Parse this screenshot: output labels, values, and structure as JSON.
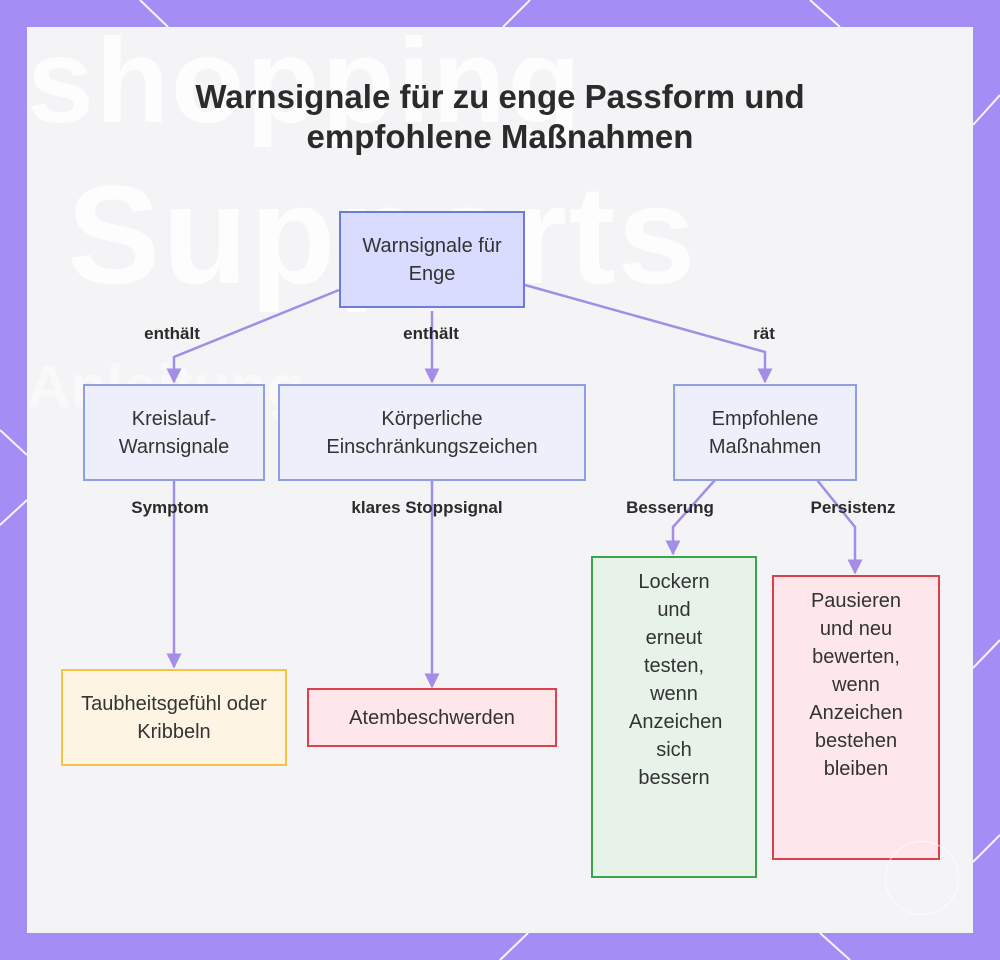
{
  "title": [
    "Warnsignale für zu enge Passform und",
    "empfohlene Maßnahmen"
  ],
  "watermark": [
    "shopping",
    "Supports",
    "Anleitung"
  ],
  "nodes": {
    "root": "Warnsignale für Enge",
    "circulation": "Kreislauf-Warnsignale",
    "physical": "Körperliche Einschränkungszeichen",
    "measures": "Empfohlene Maßnahmen",
    "numbness": "Taubheitsgefühl oder Kribbeln",
    "breathing": "Atembeschwerden",
    "loosen": "Lockern und erneut testen, wenn Anzeichen sich bessern",
    "pause": "Pausieren und neu bewerten, wenn Anzeichen bestehen bleiben"
  },
  "edges": {
    "contains_1": "enthält",
    "contains_2": "enthält",
    "advises": "rät",
    "symptom": "Symptom",
    "stop_signal": "klares Stoppsignal",
    "improvement": "Besserung",
    "persistence": "Persistenz"
  },
  "colors": {
    "frame": "#a48df5",
    "edge": "#a48de6",
    "root_fill": "#d9dcff",
    "yellow_border": "#f5c446",
    "red_border": "#de3f4f",
    "green_border": "#3aa64a"
  }
}
